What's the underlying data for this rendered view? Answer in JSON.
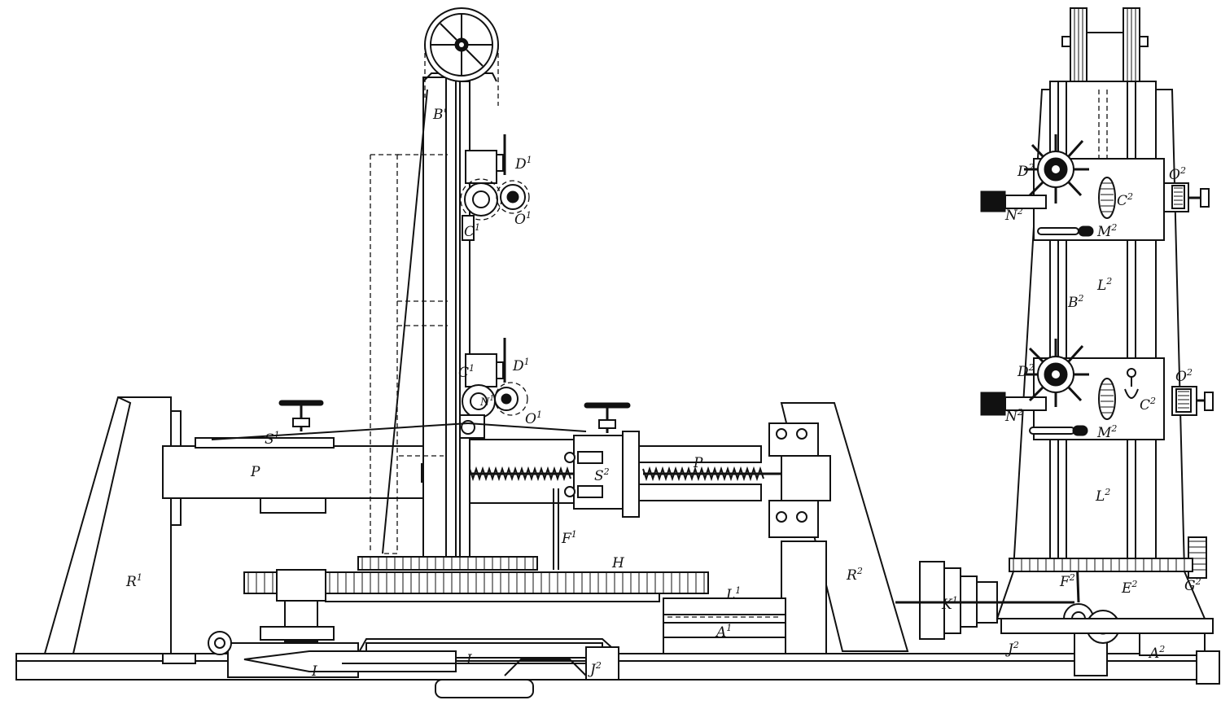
{
  "labels": {
    "B_prime": "B'",
    "D1_upper": "D",
    "D1_upper_sup": "1",
    "O1_upper": "O",
    "O1_upper_sup": "1",
    "C1_upper": "C",
    "C1_upper_sup": "1",
    "D1_lower": "D",
    "D1_lower_sup": "1",
    "C1_lower": "C",
    "C1_lower_sup": "1",
    "N1": "N",
    "N1_sup": "1",
    "O1_lower": "O",
    "O1_lower_sup": "1",
    "S1": "S",
    "S1_sup": "1",
    "P_left": "P",
    "P_right": "P",
    "S2": "S",
    "S2_sup": "2",
    "F1": "F",
    "F1_sup": "1",
    "H": "H",
    "L1": "L",
    "L1_sup": "1",
    "A1": "A",
    "A1_sup": "1",
    "R1": "R",
    "R1_sup": "1",
    "R2": "R",
    "R2_sup": "2",
    "I_left": "I",
    "I_mid": "I",
    "J2_left": "J",
    "J2_left_sup": "2",
    "K1": "K",
    "K1_sup": "1",
    "F2": "F",
    "F2_sup": "2",
    "E2": "E",
    "E2_sup": "2",
    "G2": "G",
    "G2_sup": "2",
    "J2_right": "J",
    "J2_right_sup": "2",
    "A2": "A",
    "A2_sup": "2",
    "D2_upper": "D",
    "D2_upper_sup": "2",
    "O2_upper": "O",
    "O2_upper_sup": "2",
    "C2_upper": "C",
    "C2_upper_sup": "2",
    "N2_upper": "N",
    "N2_upper_sup": "2",
    "M2_upper": "M",
    "M2_upper_sup": "2",
    "L2_upper": "L",
    "L2_upper_sup": "2",
    "B2": "B",
    "B2_sup": "2",
    "D2_lower": "D",
    "D2_lower_sup": "2",
    "O2_lower": "O",
    "O2_lower_sup": "2",
    "C2_lower": "C",
    "C2_lower_sup": "2",
    "N2_lower": "N",
    "N2_lower_sup": "2",
    "M2_lower": "M",
    "M2_lower_sup": "2",
    "L2_lower": "L",
    "L2_lower_sup": "2"
  },
  "colors": {
    "ink": "#111111",
    "paper": "#ffffff"
  }
}
